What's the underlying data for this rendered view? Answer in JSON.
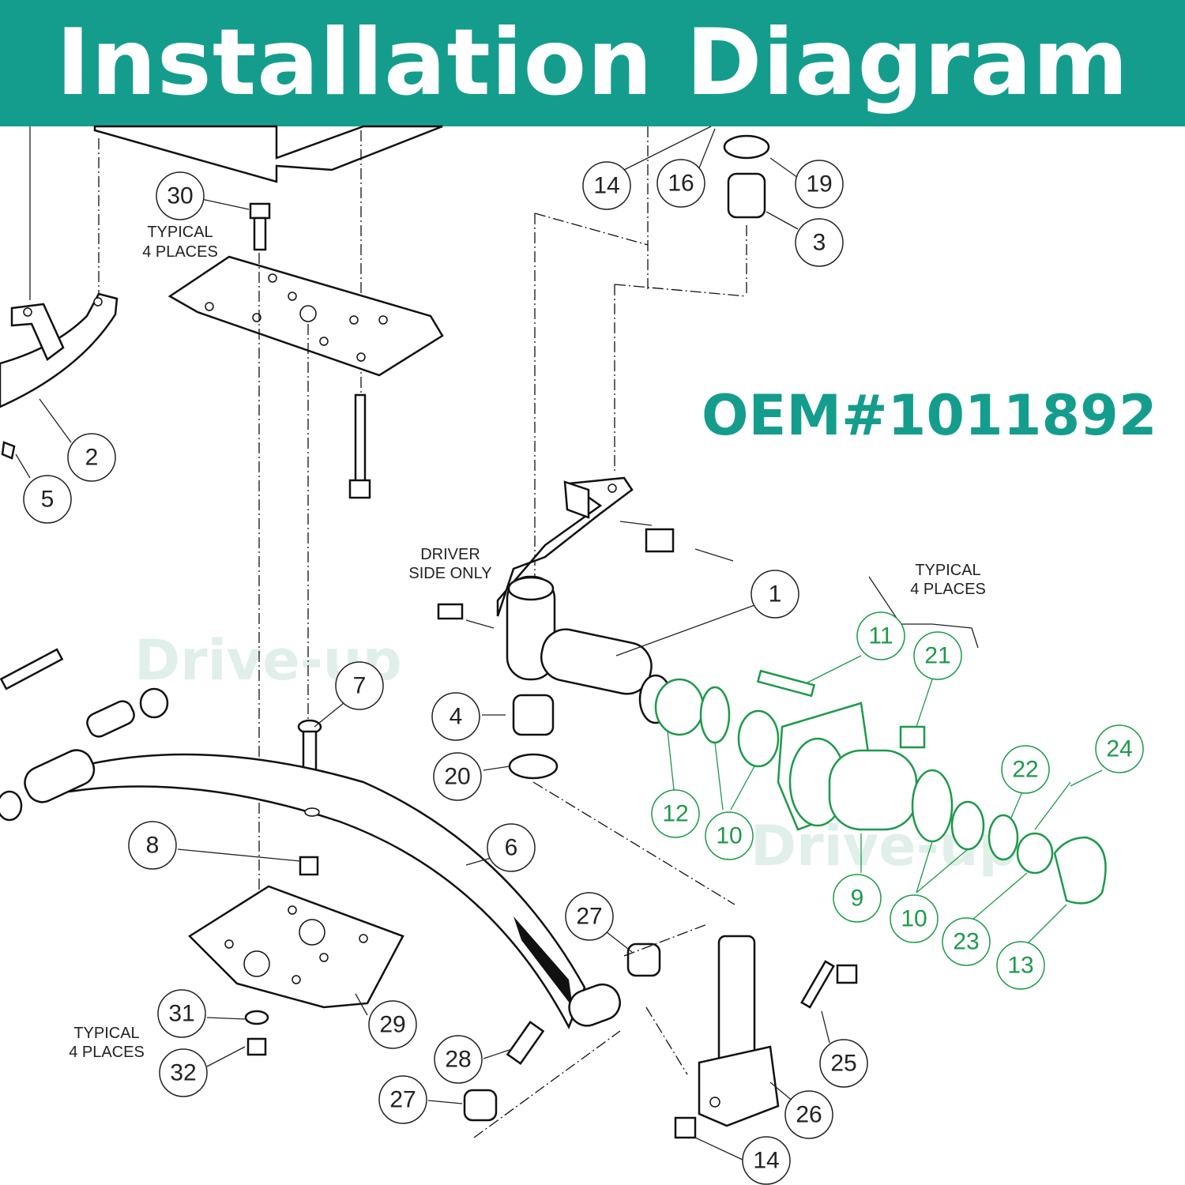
{
  "header": {
    "title": "Installation Diagram"
  },
  "oem_label": "OEM#1011892",
  "watermarks": [
    "Drive-up",
    "Drive-up"
  ],
  "notes": [
    {
      "id": "typical-30",
      "lines": [
        "TYPICAL",
        "4 PLACES"
      ]
    },
    {
      "id": "driver-side",
      "lines": [
        "DRIVER",
        "SIDE ONLY"
      ]
    },
    {
      "id": "typical-hub",
      "lines": [
        "TYPICAL",
        "4 PLACES"
      ]
    },
    {
      "id": "typical-31",
      "lines": [
        "TYPICAL",
        "4 PLACES"
      ]
    }
  ],
  "callouts": [
    {
      "label": "14",
      "highlight": false
    },
    {
      "label": "16",
      "highlight": false
    },
    {
      "label": "19",
      "highlight": false
    },
    {
      "label": "3",
      "highlight": false
    },
    {
      "label": "30",
      "highlight": false
    },
    {
      "label": "2",
      "highlight": false
    },
    {
      "label": "5",
      "highlight": false
    },
    {
      "label": "1",
      "highlight": false
    },
    {
      "label": "7",
      "highlight": false
    },
    {
      "label": "4",
      "highlight": false
    },
    {
      "label": "20",
      "highlight": false
    },
    {
      "label": "8",
      "highlight": false
    },
    {
      "label": "6",
      "highlight": false
    },
    {
      "label": "27",
      "highlight": false
    },
    {
      "label": "29",
      "highlight": false
    },
    {
      "label": "31",
      "highlight": false
    },
    {
      "label": "32",
      "highlight": false
    },
    {
      "label": "28",
      "highlight": false
    },
    {
      "label": "27",
      "highlight": false
    },
    {
      "label": "25",
      "highlight": false
    },
    {
      "label": "26",
      "highlight": false
    },
    {
      "label": "14",
      "highlight": false
    },
    {
      "label": "11",
      "highlight": true
    },
    {
      "label": "21",
      "highlight": true
    },
    {
      "label": "12",
      "highlight": true
    },
    {
      "label": "10",
      "highlight": true
    },
    {
      "label": "22",
      "highlight": true
    },
    {
      "label": "24",
      "highlight": true
    },
    {
      "label": "9",
      "highlight": true
    },
    {
      "label": "10",
      "highlight": true
    },
    {
      "label": "23",
      "highlight": true
    },
    {
      "label": "13",
      "highlight": true
    }
  ],
  "colors": {
    "header": "#149d8d",
    "highlight": "#1c9a4a",
    "line": "#111111"
  }
}
